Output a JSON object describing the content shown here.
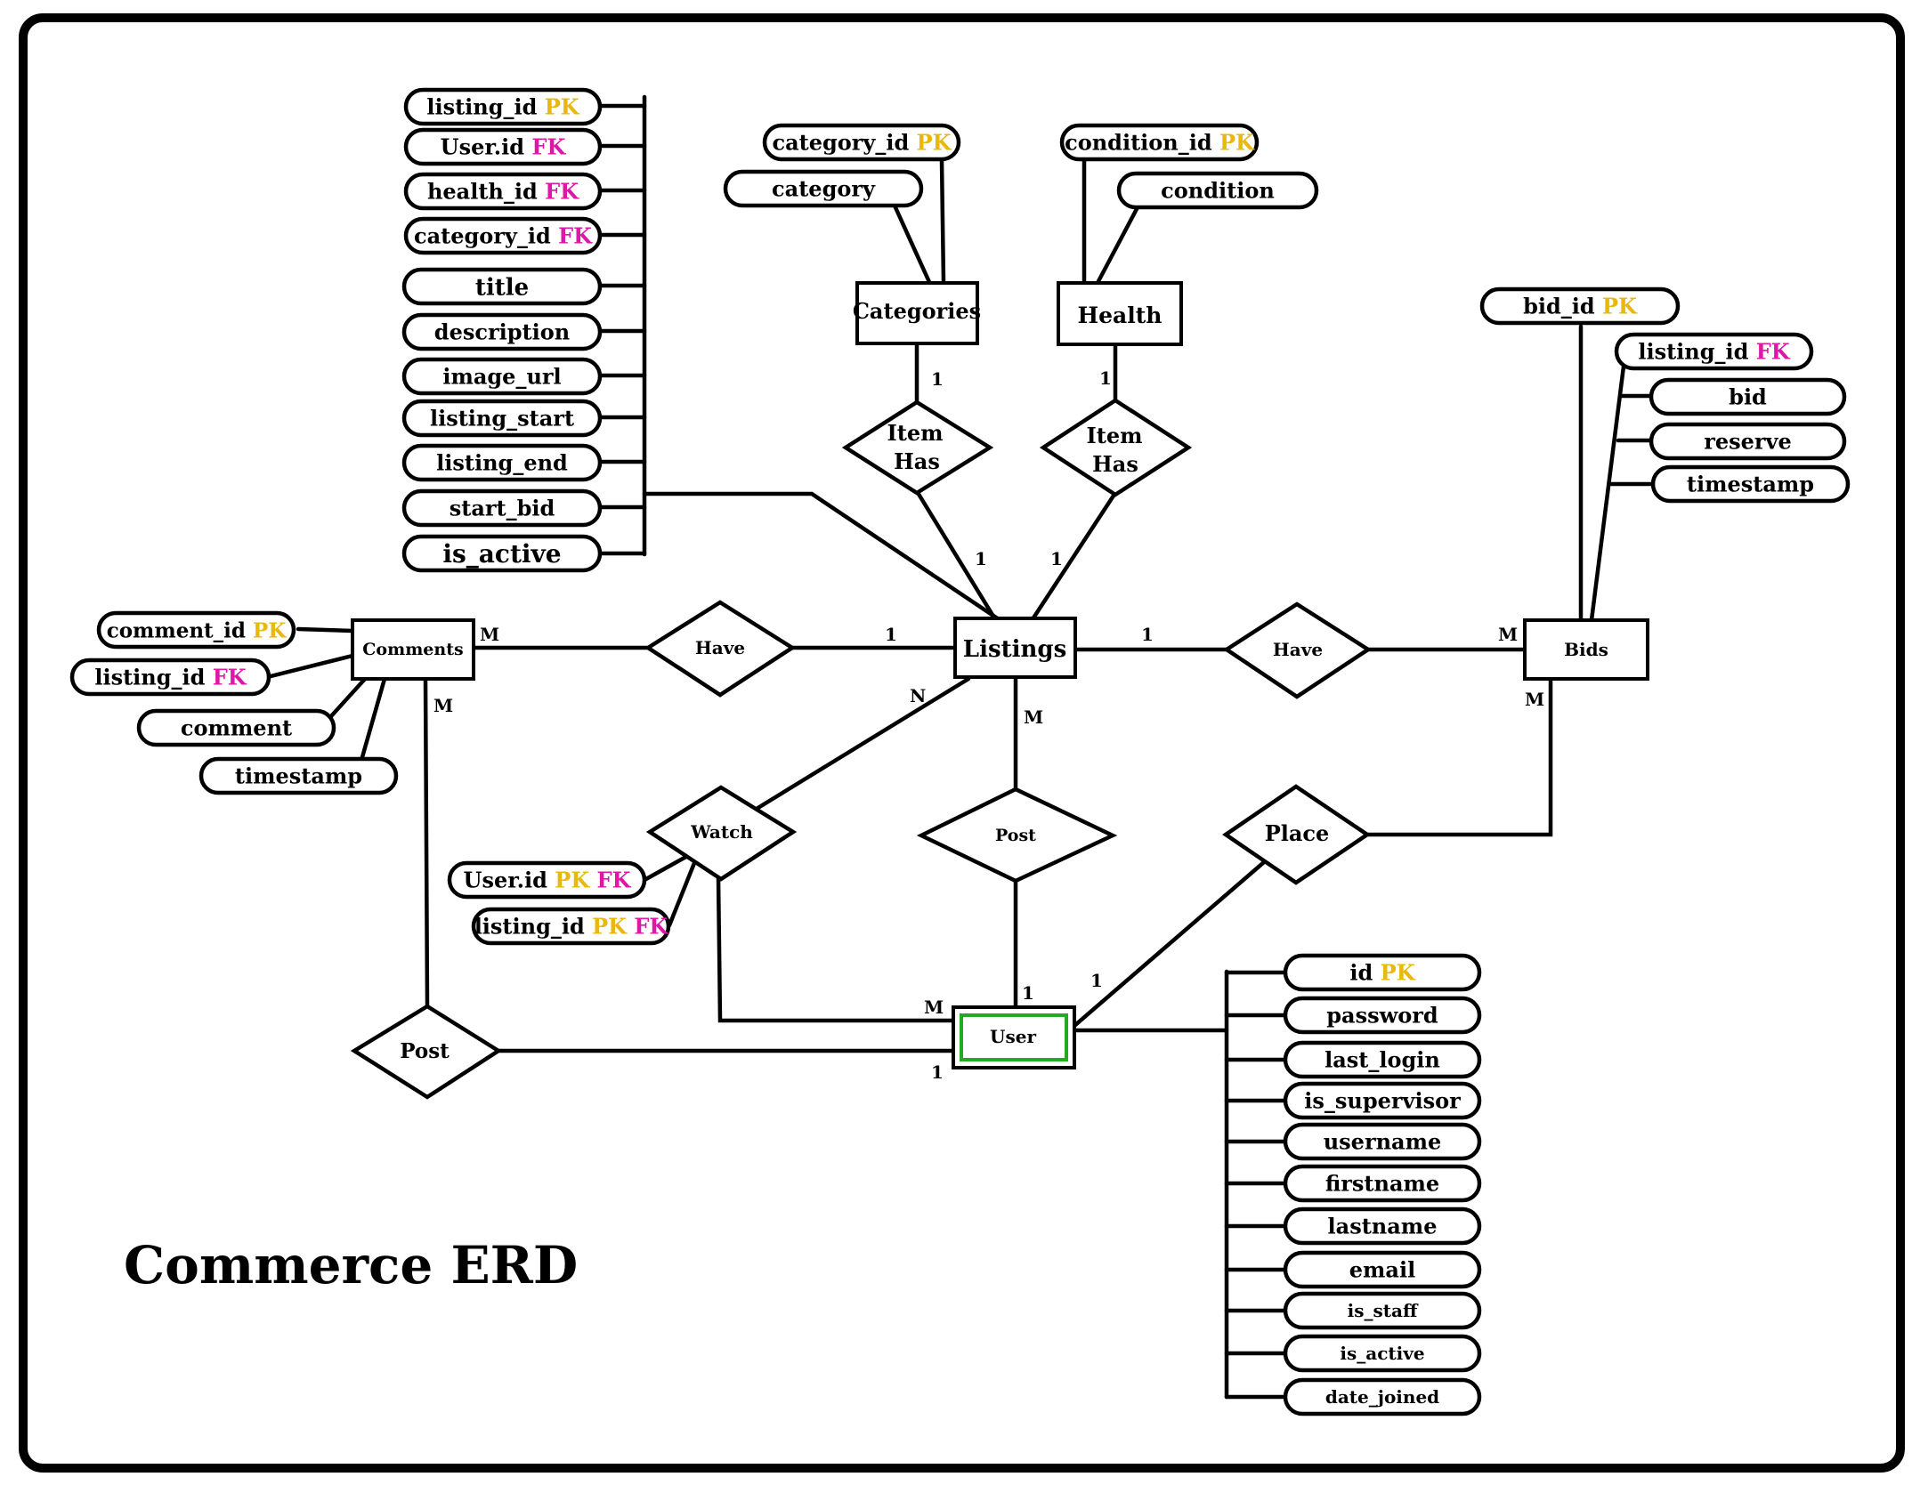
{
  "title": "Commerce ERD",
  "colors": {
    "pk": "#e8b80c",
    "fk": "#dd18a8",
    "user_border": "#22aa22",
    "line": "#000000"
  },
  "entities": {
    "listings": "Listings",
    "categories": "Categories",
    "health": "Health",
    "comments": "Comments",
    "bids": "Bids",
    "user": "User"
  },
  "relationships": {
    "item_has_category": [
      "Item",
      "Has"
    ],
    "item_has_health": [
      "Item",
      "Has"
    ],
    "have_comments": "Have",
    "have_bids": "Have",
    "watch": "Watch",
    "post_listing": "Post",
    "place": "Place",
    "post_comment": "Post"
  },
  "attributes": {
    "listings": [
      {
        "name": "listing_id",
        "keys": [
          "PK"
        ]
      },
      {
        "name": "User.id",
        "keys": [
          "FK"
        ]
      },
      {
        "name": "health_id",
        "keys": [
          "FK"
        ]
      },
      {
        "name": "category_id",
        "keys": [
          "FK"
        ]
      },
      {
        "name": "title",
        "keys": []
      },
      {
        "name": "description",
        "keys": []
      },
      {
        "name": "image_url",
        "keys": []
      },
      {
        "name": "listing_start",
        "keys": []
      },
      {
        "name": "listing_end",
        "keys": []
      },
      {
        "name": "start_bid",
        "keys": []
      },
      {
        "name": "is_active",
        "keys": []
      }
    ],
    "categories": [
      {
        "name": "category_id",
        "keys": [
          "PK"
        ]
      },
      {
        "name": "category",
        "keys": []
      }
    ],
    "health": [
      {
        "name": "condition_id",
        "keys": [
          "PK"
        ]
      },
      {
        "name": "condition",
        "keys": []
      }
    ],
    "comments": [
      {
        "name": "comment_id",
        "keys": [
          "PK"
        ]
      },
      {
        "name": "listing_id",
        "keys": [
          "FK"
        ]
      },
      {
        "name": "comment",
        "keys": []
      },
      {
        "name": "timestamp",
        "keys": []
      }
    ],
    "bids": [
      {
        "name": "bid_id",
        "keys": [
          "PK"
        ]
      },
      {
        "name": "listing_id",
        "keys": [
          "FK"
        ]
      },
      {
        "name": "bid",
        "keys": []
      },
      {
        "name": "reserve",
        "keys": []
      },
      {
        "name": "timestamp",
        "keys": []
      }
    ],
    "watch": [
      {
        "name": "User.id",
        "keys": [
          "PK",
          "FK"
        ]
      },
      {
        "name": "listing_id",
        "keys": [
          "PK",
          "FK"
        ]
      }
    ],
    "user": [
      {
        "name": "id",
        "keys": [
          "PK"
        ]
      },
      {
        "name": "password",
        "keys": []
      },
      {
        "name": "last_login",
        "keys": []
      },
      {
        "name": "is_supervisor",
        "keys": []
      },
      {
        "name": "username",
        "keys": []
      },
      {
        "name": "firstname",
        "keys": []
      },
      {
        "name": "lastname",
        "keys": []
      },
      {
        "name": "email",
        "keys": []
      },
      {
        "name": "is_staff",
        "keys": []
      },
      {
        "name": "is_active",
        "keys": []
      },
      {
        "name": "date_joined",
        "keys": []
      }
    ]
  },
  "cardinalities": {
    "categories_item_has": "1",
    "item_has_listings_left": "1",
    "health_item_has": "1",
    "item_has_listings_right": "1",
    "comments_have": "M",
    "have_listings_left": "1",
    "listings_have_right": "1",
    "have_bids": "M",
    "comments_post": "M",
    "listings_watch": "N",
    "listings_post": "M",
    "bids_place": "M",
    "watch_user": "M",
    "post_user": "1",
    "place_user": "1",
    "post_comment_user": "1"
  }
}
